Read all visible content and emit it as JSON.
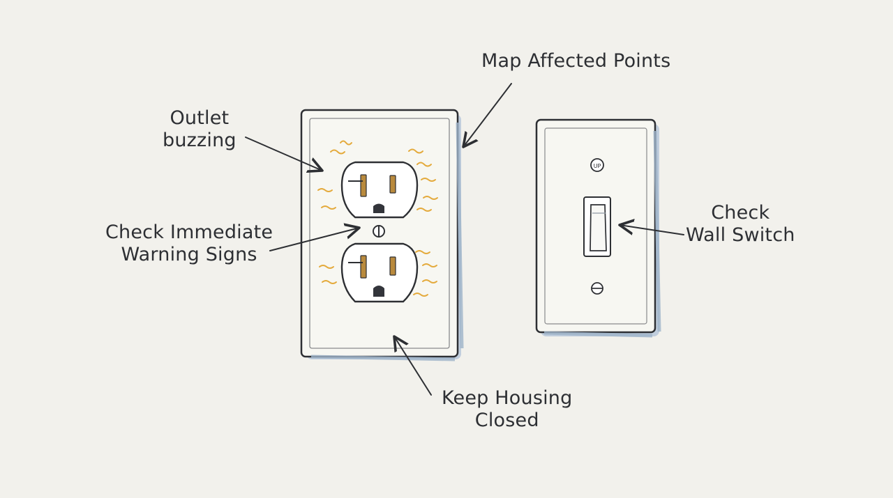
{
  "labels": {
    "map_affected_points": "Map Affected Points",
    "outlet_buzzing": [
      "Outlet",
      "buzzing"
    ],
    "check_immediate_warning_signs": [
      "Check Immediate",
      "Warning Signs"
    ],
    "check_wall_switch": [
      "Check",
      "Wall Switch"
    ],
    "keep_housing_closed": [
      "Keep Housing",
      "Closed"
    ],
    "switch_up_mark": "UP"
  },
  "colors": {
    "background": "#f2f1ec",
    "ink": "#2d2f33",
    "plate": "#f7f7f2",
    "plate_shadow": "#b8c8da",
    "brass": "#b98a3d",
    "buzz": "#e4aa3c"
  },
  "icons": [
    "outlet-plate-icon",
    "switch-plate-icon",
    "screw-icon",
    "buzz-mark-icon"
  ]
}
